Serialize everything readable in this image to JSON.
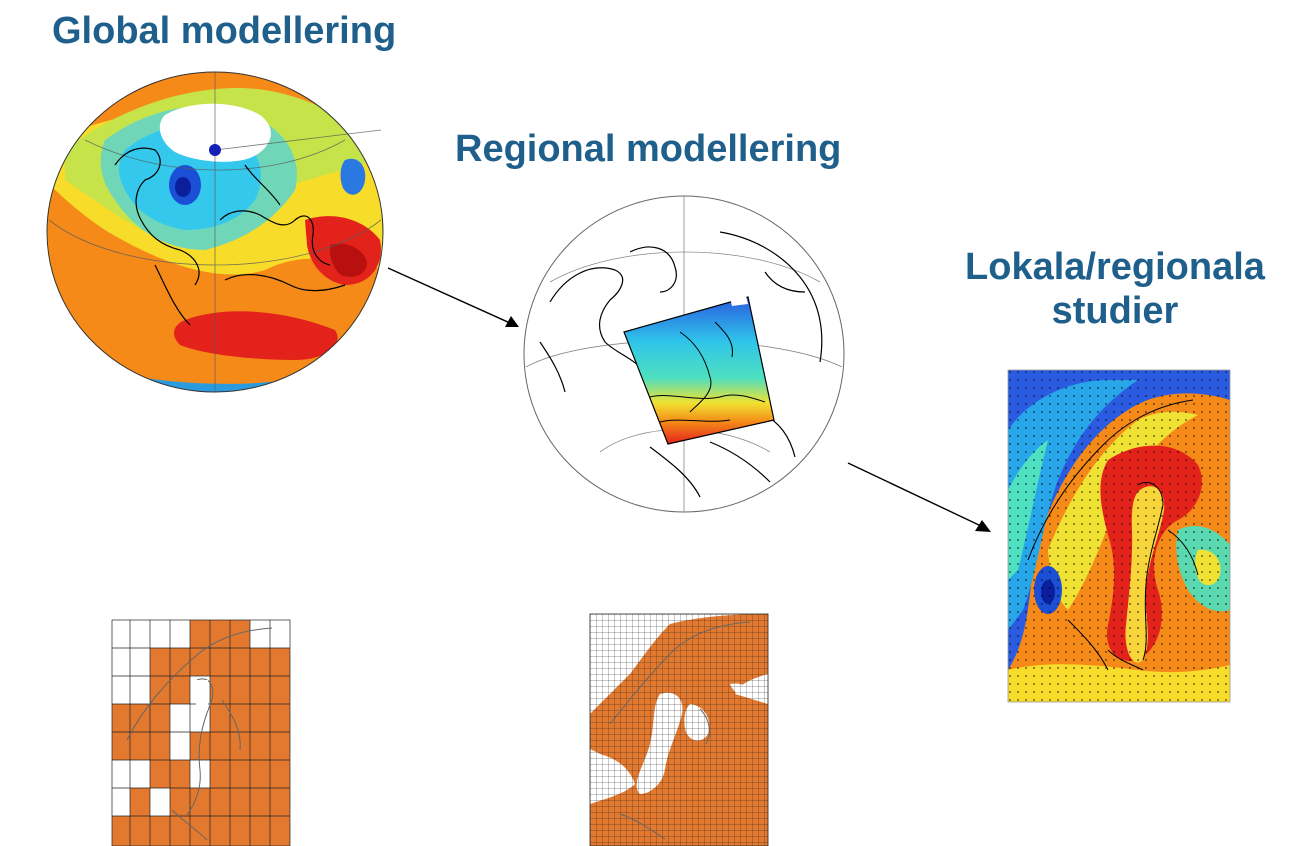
{
  "titles": {
    "global": "Global modellering",
    "regional": "Regional modellering",
    "local_line1": "Lokala/regionala",
    "local_line2": "studier"
  },
  "colors": {
    "title": "#1f5f8b",
    "grid_fill": "#e2792f",
    "arrow": "#000000"
  },
  "icons": {
    "global_map": "global-globe-temperature-map-icon",
    "regional_map": "regional-globe-europe-domain-icon",
    "local_map": "scandinavia-temperature-map-icon",
    "coarse_grid": "coarse-grid-scandinavia-icon",
    "fine_grid": "fine-grid-scandinavia-icon"
  }
}
